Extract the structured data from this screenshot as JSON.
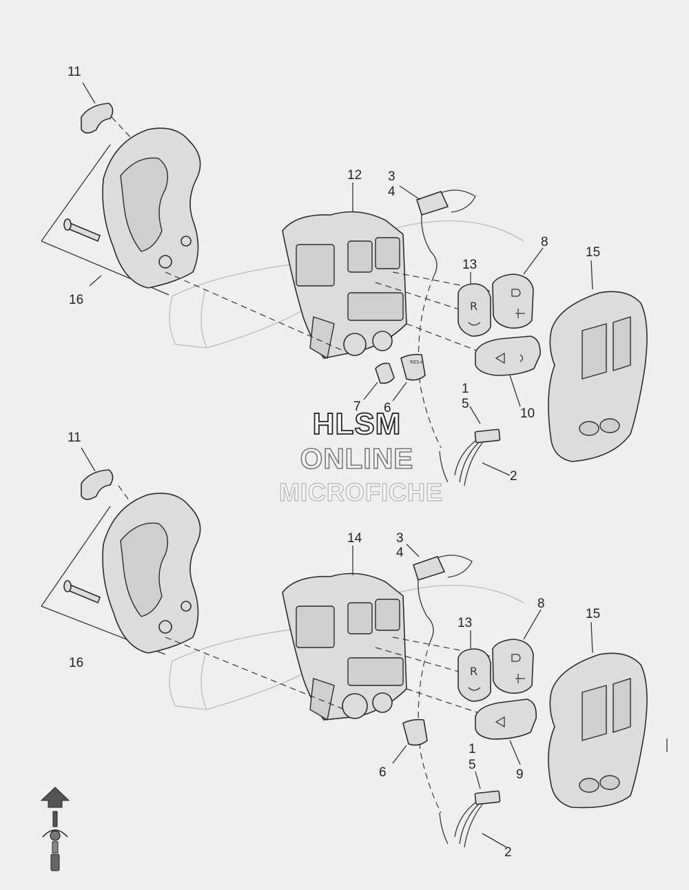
{
  "watermark": {
    "line1": "HLSM",
    "line2": "ONLINE",
    "line3": "MICROFICHE"
  },
  "upper_assembly": {
    "callouts": {
      "c11": "11",
      "c16": "16",
      "c12": "12",
      "c3": "3",
      "c4": "4",
      "c13": "13",
      "c8": "8",
      "c15": "15",
      "c10": "10",
      "c7": "7",
      "c6": "6",
      "c1": "1",
      "c5": "5",
      "c2": "2"
    },
    "button_glyphs": {
      "reset": "R",
      "resume": "RES+"
    }
  },
  "lower_assembly": {
    "callouts": {
      "c11": "11",
      "c16": "16",
      "c14": "14",
      "c3": "3",
      "c4": "4",
      "c13": "13",
      "c8": "8",
      "c15": "15",
      "c9": "9",
      "c6": "6",
      "c1": "1",
      "c5": "5",
      "c2": "2"
    },
    "button_glyphs": {
      "reset": "R"
    }
  },
  "direction_indicator": {
    "icon": "forward-arrow-icon"
  }
}
